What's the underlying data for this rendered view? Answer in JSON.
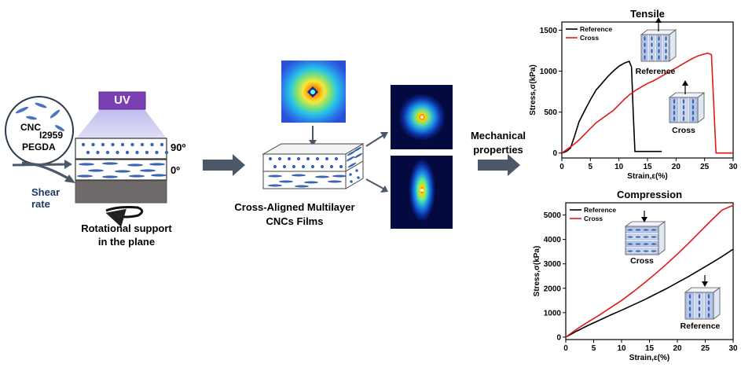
{
  "labels": {
    "cnc": "CNC",
    "i2959": "I2959",
    "pegda": "PEGDA",
    "shear_rate": "Shear\nrate",
    "uv": "UV",
    "angle_90": "90º",
    "angle_0": "0º",
    "rotational_support": "Rotational support\nin the plane",
    "cross_aligned": "Cross-Aligned Multilayer\nCNCs Films",
    "mechanical_properties": "Mechanical\nproperties"
  },
  "colors": {
    "uv_purple": "#7a3fb3",
    "cnc_blue": "#3a64b4",
    "arrow_gray": "#4a5868",
    "reference_line": "#000000",
    "cross_line": "#e01818",
    "shear_text": "#1f3864"
  },
  "chart_data": [
    {
      "type": "line",
      "title": "Tensile",
      "xlabel": "Strain,ε(%)",
      "ylabel": "Stress,σ(kPa)",
      "xlim": [
        0,
        30
      ],
      "ylim": [
        -60,
        1600
      ],
      "xticks": [
        0,
        5,
        10,
        15,
        20,
        25,
        30
      ],
      "yticks": [
        0,
        500,
        1000,
        1500
      ],
      "legend": "top-left",
      "series": [
        {
          "name": "Reference",
          "color": "#000000",
          "x": [
            0,
            0.8,
            1.5,
            2.2,
            3,
            4,
            5,
            6,
            7,
            8,
            9,
            10,
            11,
            11.8,
            12.2,
            12.5,
            12.8,
            13.5,
            15,
            16.5,
            17.5
          ],
          "y": [
            0,
            20,
            60,
            200,
            380,
            520,
            650,
            770,
            850,
            930,
            1000,
            1060,
            1100,
            1120,
            1050,
            500,
            20,
            20,
            20,
            20,
            20
          ]
        },
        {
          "name": "Cross",
          "color": "#e01818",
          "x": [
            0,
            1,
            2,
            3,
            4,
            5,
            6,
            7,
            8,
            9,
            10,
            11,
            12,
            13,
            14,
            15,
            16,
            17,
            18,
            19,
            20,
            21,
            22,
            23,
            24,
            25,
            25.6,
            26.2,
            26.6,
            27,
            28,
            29,
            30
          ],
          "y": [
            0,
            50,
            100,
            160,
            230,
            300,
            370,
            420,
            470,
            520,
            590,
            660,
            720,
            770,
            810,
            850,
            880,
            920,
            960,
            1000,
            1040,
            1080,
            1120,
            1160,
            1190,
            1210,
            1220,
            1200,
            600,
            0,
            0,
            0,
            0
          ]
        }
      ],
      "annotations": [
        {
          "text": "Reference",
          "kind": "block-label"
        },
        {
          "text": "Cross",
          "kind": "block-label"
        }
      ]
    },
    {
      "type": "line",
      "title": "Compression",
      "xlabel": "Strain,ε(%)",
      "ylabel": "Stress,σ(kPa)",
      "xlim": [
        0,
        30
      ],
      "ylim": [
        -100,
        5500
      ],
      "xticks": [
        0,
        5,
        10,
        15,
        20,
        25,
        30
      ],
      "yticks": [
        0,
        1000,
        2000,
        3000,
        4000,
        5000
      ],
      "legend": "top-left",
      "series": [
        {
          "name": "Reference",
          "color": "#000000",
          "x": [
            0,
            2,
            4,
            6,
            8,
            10,
            12,
            14,
            16,
            18,
            20,
            22,
            24,
            26,
            28,
            30
          ],
          "y": [
            0,
            250,
            480,
            690,
            900,
            1100,
            1310,
            1520,
            1750,
            1980,
            2230,
            2480,
            2750,
            3020,
            3300,
            3600
          ]
        },
        {
          "name": "Cross",
          "color": "#e01818",
          "x": [
            0,
            2,
            4,
            6,
            8,
            10,
            12,
            14,
            16,
            18,
            20,
            22,
            24,
            26,
            28,
            30
          ],
          "y": [
            0,
            330,
            620,
            900,
            1200,
            1500,
            1840,
            2200,
            2580,
            2980,
            3400,
            3840,
            4300,
            4760,
            5200,
            5400
          ]
        }
      ],
      "annotations": [
        {
          "text": "Cross",
          "kind": "block-label"
        },
        {
          "text": "Reference",
          "kind": "block-label"
        }
      ]
    }
  ]
}
